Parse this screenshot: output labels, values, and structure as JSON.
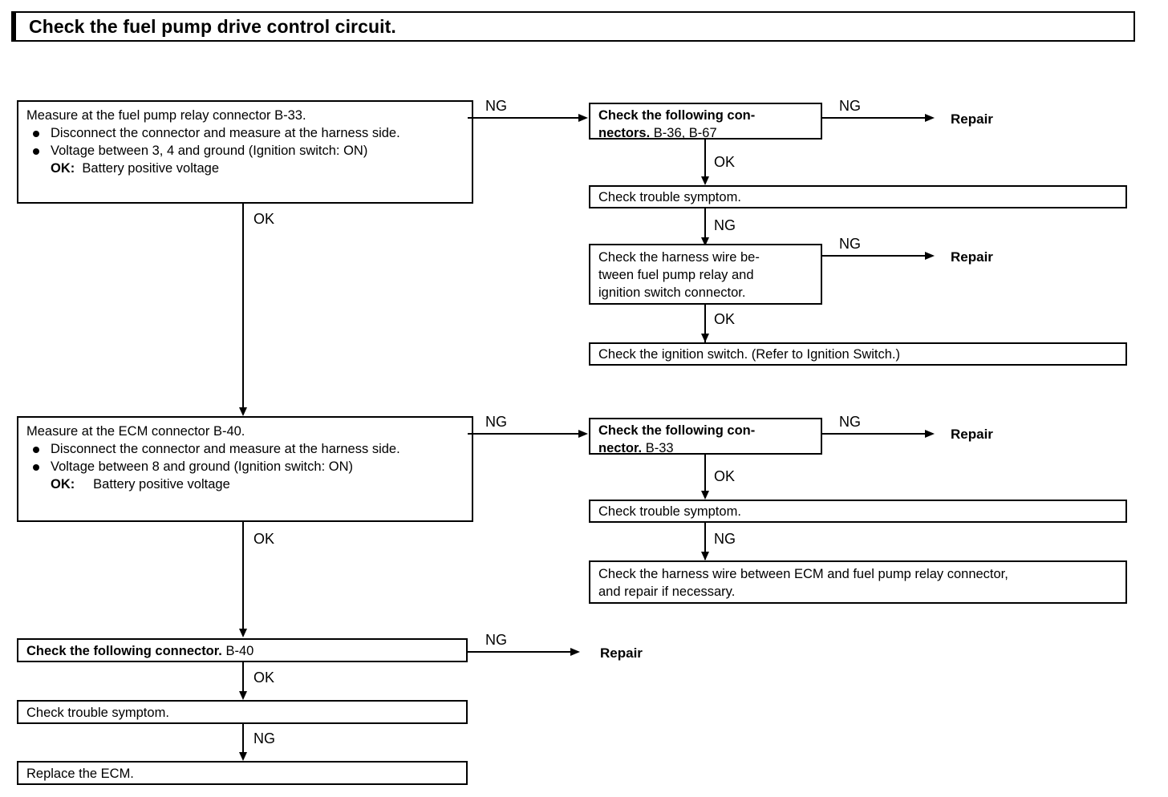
{
  "header": {
    "title": "Check the fuel pump drive control circuit."
  },
  "labels": {
    "ng": "NG",
    "ok": "OK",
    "repair": "Repair"
  },
  "nodes": {
    "measure_relay": {
      "title": "Measure at the fuel pump relay connector B-33.",
      "bullets": [
        "Disconnect the connector and measure at the harness side.",
        "Voltage between 3, 4 and ground (Ignition switch: ON)"
      ],
      "ok_key": "OK:",
      "ok_value": "Battery positive voltage"
    },
    "check_connectors_b36_b67": {
      "bold_line1": "Check  the  following  con-",
      "bold_line2": "nectors.",
      "plain_line2": " B-36, B-67"
    },
    "check_trouble_symptom_1": {
      "text": "Check  trouble  symptom."
    },
    "check_harness_relay_ignition": {
      "line1": "Check  the  harness  wire  be-",
      "line2": "tween  fuel  pump  relay  and",
      "line3": "ignition  switch  connector."
    },
    "check_ignition_switch": {
      "text": "Check  the  ignition  switch.  (Refer to Ignition Switch.)"
    },
    "measure_ecm": {
      "title": "Measure at the ECM connector B-40.",
      "bullets": [
        "Disconnect the connector and measure at the harness side.",
        "Voltage between 8 and ground (Ignition switch: ON)"
      ],
      "ok_key": "OK:",
      "ok_value": "Battery positive voltage"
    },
    "check_connector_b33": {
      "bold_line1": "Check  the  following  con-",
      "bold_line2": "nector.",
      "plain_line2": "   B-33"
    },
    "check_trouble_symptom_2": {
      "text": "Check  trouble  symptom."
    },
    "check_harness_ecm_relay": {
      "line1": "Check the harness wire between ECM and fuel pump relay connector,",
      "line2": "and  repair  if  necessary."
    },
    "check_connector_b40": {
      "bold_text": "Check the following connector.",
      "plain_text": " B-40"
    },
    "check_trouble_symptom_3": {
      "text": "Check  trouble  symptom."
    },
    "replace_ecm": {
      "text": "Replace  the  ECM."
    }
  },
  "colors": {
    "line": "#000000",
    "background": "#ffffff"
  }
}
